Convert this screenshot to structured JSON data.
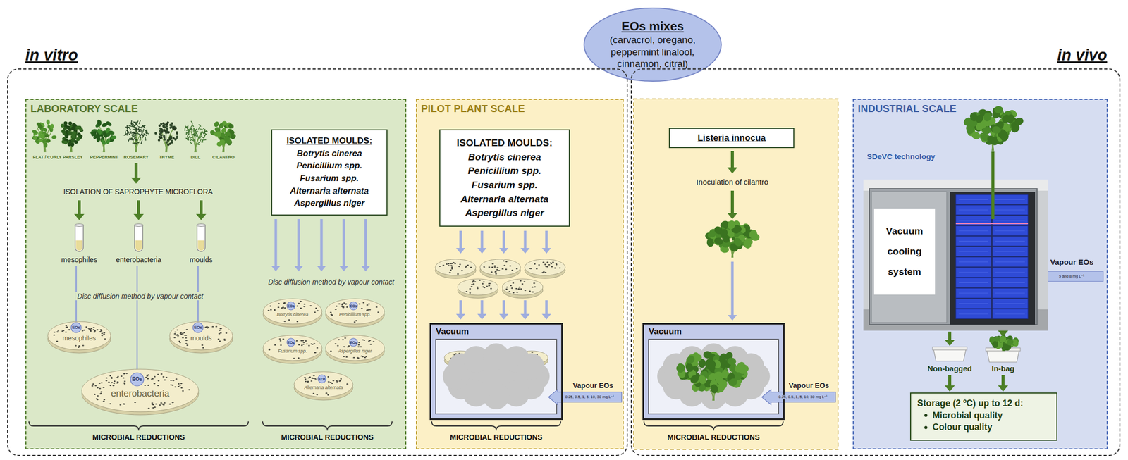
{
  "diagram": {
    "nodes": [
      {
        "text": [
          "EOs mixes",
          "(carvacrol, oregano, peppermint linalool, cinnamon, citral)"
        ]
      },
      {
        "text": [
          "in vitro"
        ]
      },
      {
        "text": [
          "in vivo"
        ]
      },
      {
        "text": [
          "LABORATORY SCALE"
        ],
        "in": 1
      },
      {
        "text": [
          "ISOLATED MOULDS:",
          "Botrytis cinerea",
          "Penicillium spp.",
          "Fusarium spp.",
          "Alternaria alternata",
          "Aspergillus niger"
        ],
        "in": 3
      },
      {
        "text": [
          "PILOT PLANT SCALE"
        ],
        "in": 1
      },
      {
        "text": [
          "ISOLATED MOULDS:",
          "Botrytis cinerea",
          "Penicillium spp.",
          "Fusarium spp.",
          "Alternaria alternata",
          "Aspergillus niger"
        ],
        "in": 5
      },
      {
        "text": [
          "Vacuum"
        ],
        "in": 5
      },
      {
        "text": [
          "Listeria innocua"
        ],
        "in": 2
      },
      {
        "text": [
          "Vacuum"
        ],
        "in": 2
      },
      {
        "text": [
          "INDUSTRIAL SCALE"
        ],
        "in": 2
      },
      {
        "text": [
          "Vacuum cooling system"
        ],
        "in": 10
      },
      {
        "text": [
          "Storage (2 ºC) up to 12 d:",
          "Microbial quality",
          "Colour quality"
        ],
        "in": 10
      }
    ],
    "labels": [
      "FLAT / CURLY PARSLEY",
      "PEPPERMINT",
      "ROSEMARY",
      "THYME",
      "DILL",
      "CILANTRO",
      "ISOLATION OF SAPROPHYTE MICROFLORA",
      "mesophiles",
      "enterobacteria",
      "moulds",
      "Disc diffusion method by vapour contact",
      "EOs",
      "mesophiles",
      "EOs",
      "moulds",
      "EOs",
      "enterobacteria",
      "MICROBIAL REDUCTIONS",
      "Disc diffusion method by vapour contact",
      "EOs",
      "Botrytis cinerea",
      "EOs",
      "Penicillium spp.",
      "EOs",
      "Fusarium spp.",
      "EOs",
      "Aspergillus niger",
      "EOs",
      "Alternaria alternata",
      "MICROBIAL REDUCTIONS",
      "Vapour EOs",
      "0.25, 0.5, 1, 5, 10, 30 mg L⁻¹",
      "MICROBIAL REDUCTIONS",
      "Inoculation of cilantro",
      "Vapour EOs",
      "0.25, 0.5, 1, 5, 10, 30 mg L⁻¹",
      "MICROBIAL REDUCTIONS",
      "SDeVC technology",
      "Vapour EOs",
      "5 and 8 mg L⁻¹",
      "Non-bagged",
      "In-bag"
    ]
  }
}
